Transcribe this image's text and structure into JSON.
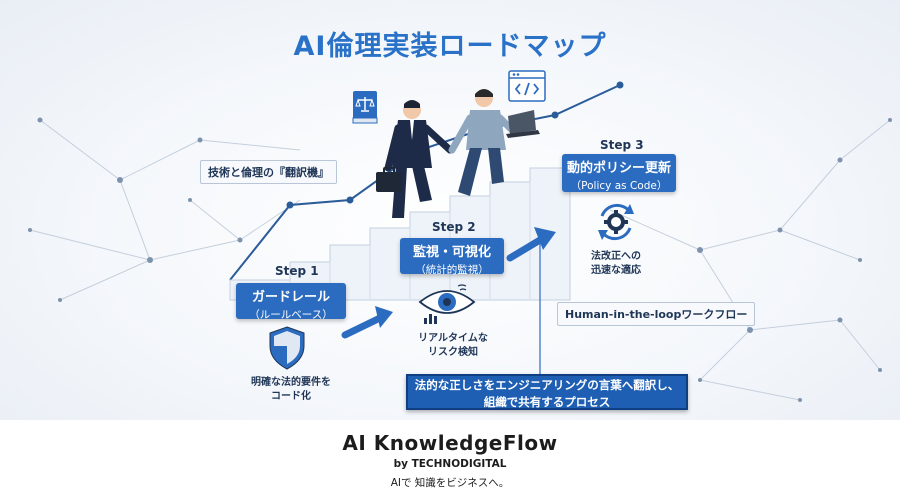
{
  "title": "AI倫理実装ロードマップ",
  "translator_tag": "技術と倫理の『翻訳機』",
  "step1": {
    "label": "Step 1",
    "title": "ガードレール",
    "subtitle": "（ルールベース）",
    "caption_line1": "明確な法的要件を",
    "caption_line2": "コード化"
  },
  "step2": {
    "label": "Step 2",
    "title": "監視・可視化",
    "subtitle": "（統計的監視）",
    "caption_line1": "リアルタイムな",
    "caption_line2": "リスク検知"
  },
  "step3": {
    "label": "Step 3",
    "title": "動的ポリシー更新",
    "subtitle": "（Policy as Code）",
    "caption_line1": "法改正への",
    "caption_line2": "迅速な適応"
  },
  "hitl_tag": "Human-in-the-loopワークフロー",
  "bottom_box": {
    "line1": "法的な正しさをエンジニアリングの言葉へ翻訳し、",
    "line2": "組織で共有するプロセス"
  },
  "footer": {
    "brand": "AI KnowledgeFlow",
    "by": "by TECHNODIGITAL",
    "tagline": "AIで 知識をビジネスへ。"
  },
  "colors": {
    "accent": "#2b6cc0",
    "dark_navy": "#1f3556",
    "title_blue": "#2a72c8"
  },
  "icons": [
    "law-book-icon",
    "code-window-icon",
    "shield-icon",
    "eye-analytics-icon",
    "gear-cycle-icon",
    "briefcase-icon",
    "laptop-icon"
  ]
}
